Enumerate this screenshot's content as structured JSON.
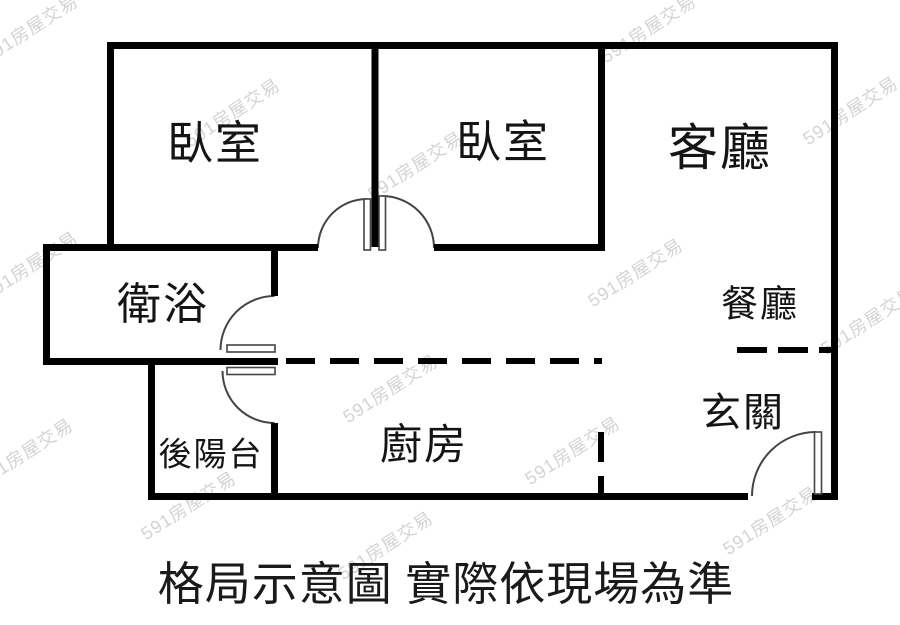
{
  "title_caption": "格局示意圖 實際依現場為準",
  "rooms": {
    "bedroom_left": {
      "label": "臥室"
    },
    "bedroom_middle": {
      "label": "臥室"
    },
    "living_room": {
      "label": "客廳"
    },
    "bathroom": {
      "label": "衛浴"
    },
    "dining_room": {
      "label": "餐廳"
    },
    "kitchen": {
      "label": "廚房"
    },
    "entryway": {
      "label": "玄關"
    },
    "back_balcony": {
      "label": "後陽台"
    }
  },
  "watermark": {
    "text": "591房屋交易",
    "color": "#c9c9c9"
  },
  "colors": {
    "background": "#ffffff",
    "wall": "#000000",
    "door_line": "#444444",
    "label_text": "#141414"
  }
}
